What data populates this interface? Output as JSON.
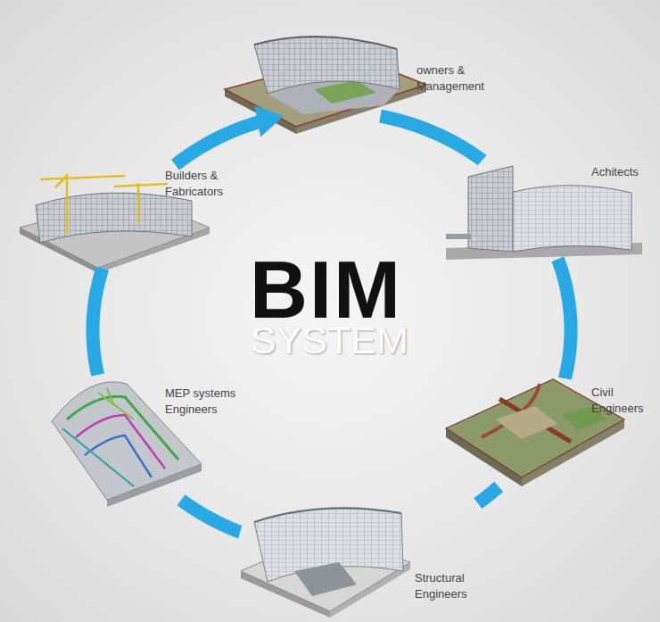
{
  "diagram": {
    "nodes": [
      {
        "text": [
          "owners & Management"
        ]
      },
      {
        "text": [
          "Achitects"
        ]
      },
      {
        "text": [
          "Civil Engineers"
        ]
      },
      {
        "text": [
          "Structural Engineers"
        ]
      },
      {
        "text": [
          "MEP systems Engineers"
        ]
      },
      {
        "text": [
          "Builders & Fabricators"
        ]
      }
    ],
    "edges": [
      {
        "from": 0,
        "to": 1,
        "arrow": "none"
      },
      {
        "from": 1,
        "to": 2,
        "arrow": "none"
      },
      {
        "from": 2,
        "to": 3,
        "arrow": "none"
      },
      {
        "from": 3,
        "to": 4,
        "arrow": "none"
      },
      {
        "from": 4,
        "to": 5,
        "arrow": "none"
      },
      {
        "from": 5,
        "to": 0,
        "arrow": "to"
      }
    ],
    "labels": [
      "BIM",
      "SYSTEM"
    ]
  }
}
